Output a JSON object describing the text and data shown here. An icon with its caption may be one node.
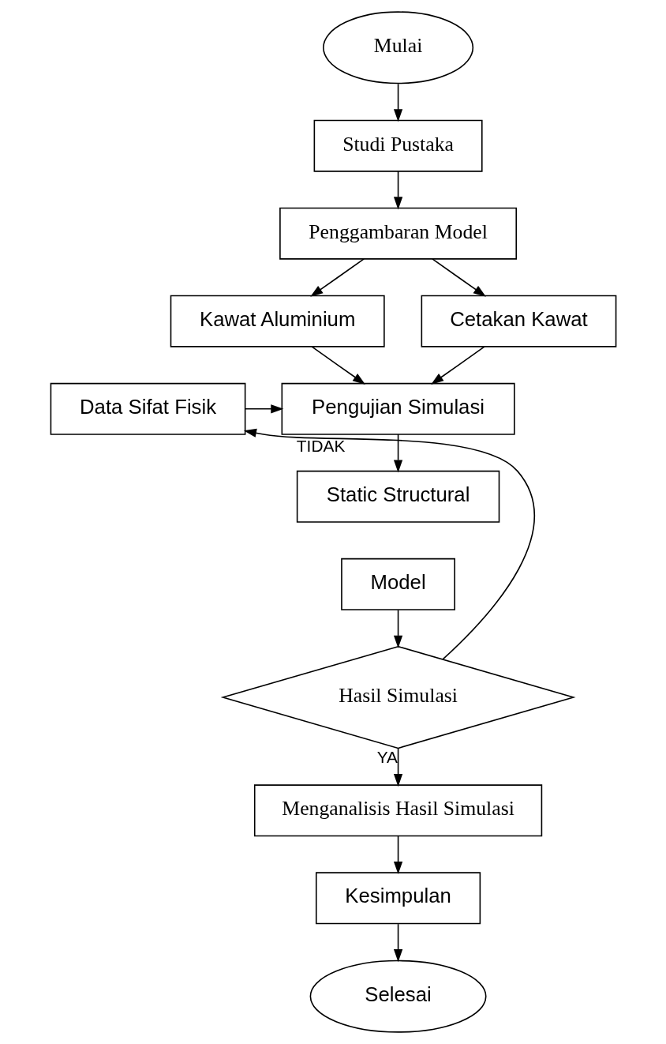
{
  "diagram": {
    "nodes": [
      {
        "text": [
          "Mulai"
        ]
      },
      {
        "text": [
          "Studi Pustaka"
        ]
      },
      {
        "text": [
          "Penggambaran Model"
        ]
      },
      {
        "text": [
          "Kawat Aluminium"
        ]
      },
      {
        "text": [
          "Cetakan Kawat"
        ]
      },
      {
        "text": [
          "Data Sifat Fisik"
        ]
      },
      {
        "text": [
          "Pengujian Simulasi"
        ]
      },
      {
        "text": [
          "Static Structural"
        ]
      },
      {
        "text": [
          "Model"
        ]
      },
      {
        "text": [
          "Hasil Simulasi"
        ]
      },
      {
        "text": [
          "Menganalisis Hasil Simulasi"
        ]
      },
      {
        "text": [
          "Kesimpulan"
        ]
      },
      {
        "text": [
          "Selesai"
        ]
      }
    ],
    "edges": [
      {
        "from": 0,
        "to": 1,
        "arrow": "to"
      },
      {
        "from": 1,
        "to": 2,
        "arrow": "to"
      },
      {
        "from": 2,
        "to": 3,
        "arrow": "to"
      },
      {
        "from": 2,
        "to": 4,
        "arrow": "to"
      },
      {
        "from": 3,
        "to": 6,
        "arrow": "to"
      },
      {
        "from": 4,
        "to": 6,
        "arrow": "to"
      },
      {
        "from": 5,
        "to": 6,
        "arrow": "to"
      },
      {
        "from": 6,
        "to": 7,
        "arrow": "to"
      },
      {
        "from": 8,
        "to": 9,
        "arrow": "to"
      },
      {
        "from": 9,
        "to": 5,
        "arrow": "to",
        "label": "TIDAK"
      },
      {
        "from": 9,
        "to": 10,
        "arrow": "to",
        "label": "YA"
      },
      {
        "from": 10,
        "to": 11,
        "arrow": "to"
      },
      {
        "from": 11,
        "to": 12,
        "arrow": "to"
      }
    ]
  }
}
